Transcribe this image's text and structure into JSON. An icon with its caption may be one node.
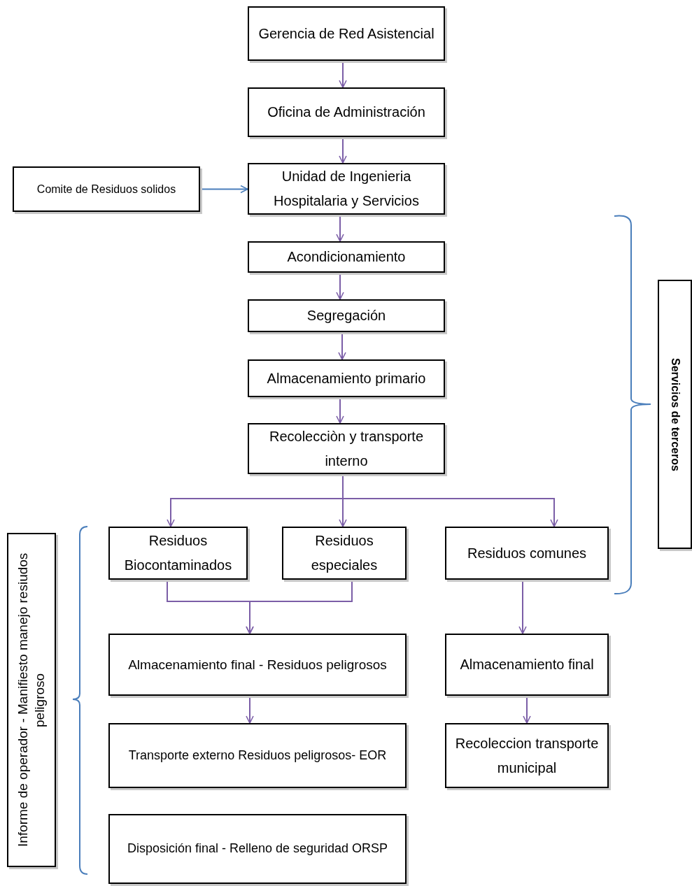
{
  "diagram": {
    "nodes": [
      {
        "text": [
          "Gerencia de Red Asistencial"
        ]
      },
      {
        "text": [
          "Oficina de Administración"
        ]
      },
      {
        "text": [
          "Comite de Residuos solidos"
        ]
      },
      {
        "text": [
          "Unidad de Ingenieria Hospitalaria y Servicios"
        ]
      },
      {
        "text": [
          "Acondicionamiento"
        ]
      },
      {
        "text": [
          "Segregación"
        ]
      },
      {
        "text": [
          "Almacenamiento primario"
        ]
      },
      {
        "text": [
          "Recolecciòn y transporte interno"
        ]
      },
      {
        "text": [
          "Residuos Biocontaminados"
        ]
      },
      {
        "text": [
          "Residuos especiales"
        ]
      },
      {
        "text": [
          "Residuos comunes"
        ]
      },
      {
        "text": [
          "Almacenamiento final - Residuos peligrosos"
        ]
      },
      {
        "text": [
          "Almacenamiento final"
        ]
      },
      {
        "text": [
          "Transporte externo Residuos peligrosos- EOR"
        ]
      },
      {
        "text": [
          "Recoleccion transporte municipal"
        ]
      },
      {
        "text": [
          "Disposición final - Relleno de seguridad ORSP"
        ]
      },
      {
        "text": [
          "Servicios de terceros"
        ]
      },
      {
        "text": [
          "Informe de operador - Manifiesto manejo resiudos peligroso"
        ]
      }
    ],
    "edges": [
      {
        "from": 0,
        "to": 1,
        "arrow": "to"
      },
      {
        "from": 1,
        "to": 3,
        "arrow": "to"
      },
      {
        "from": 2,
        "to": 3,
        "arrow": "to",
        "color": "#4a7ebb"
      },
      {
        "from": 3,
        "to": 4,
        "arrow": "to"
      },
      {
        "from": 4,
        "to": 5,
        "arrow": "to"
      },
      {
        "from": 5,
        "to": 6,
        "arrow": "to"
      },
      {
        "from": 6,
        "to": 7,
        "arrow": "to"
      },
      {
        "from": 7,
        "to": 8,
        "arrow": "to"
      },
      {
        "from": 7,
        "to": 9,
        "arrow": "to"
      },
      {
        "from": 7,
        "to": 10,
        "arrow": "to"
      },
      {
        "from": 8,
        "to": 11,
        "arrow": "to"
      },
      {
        "from": 9,
        "to": 11,
        "arrow": "to"
      },
      {
        "from": 11,
        "to": 13,
        "arrow": "to"
      },
      {
        "from": 10,
        "to": 12,
        "arrow": "to"
      },
      {
        "from": 12,
        "to": 14,
        "arrow": "to"
      }
    ]
  }
}
